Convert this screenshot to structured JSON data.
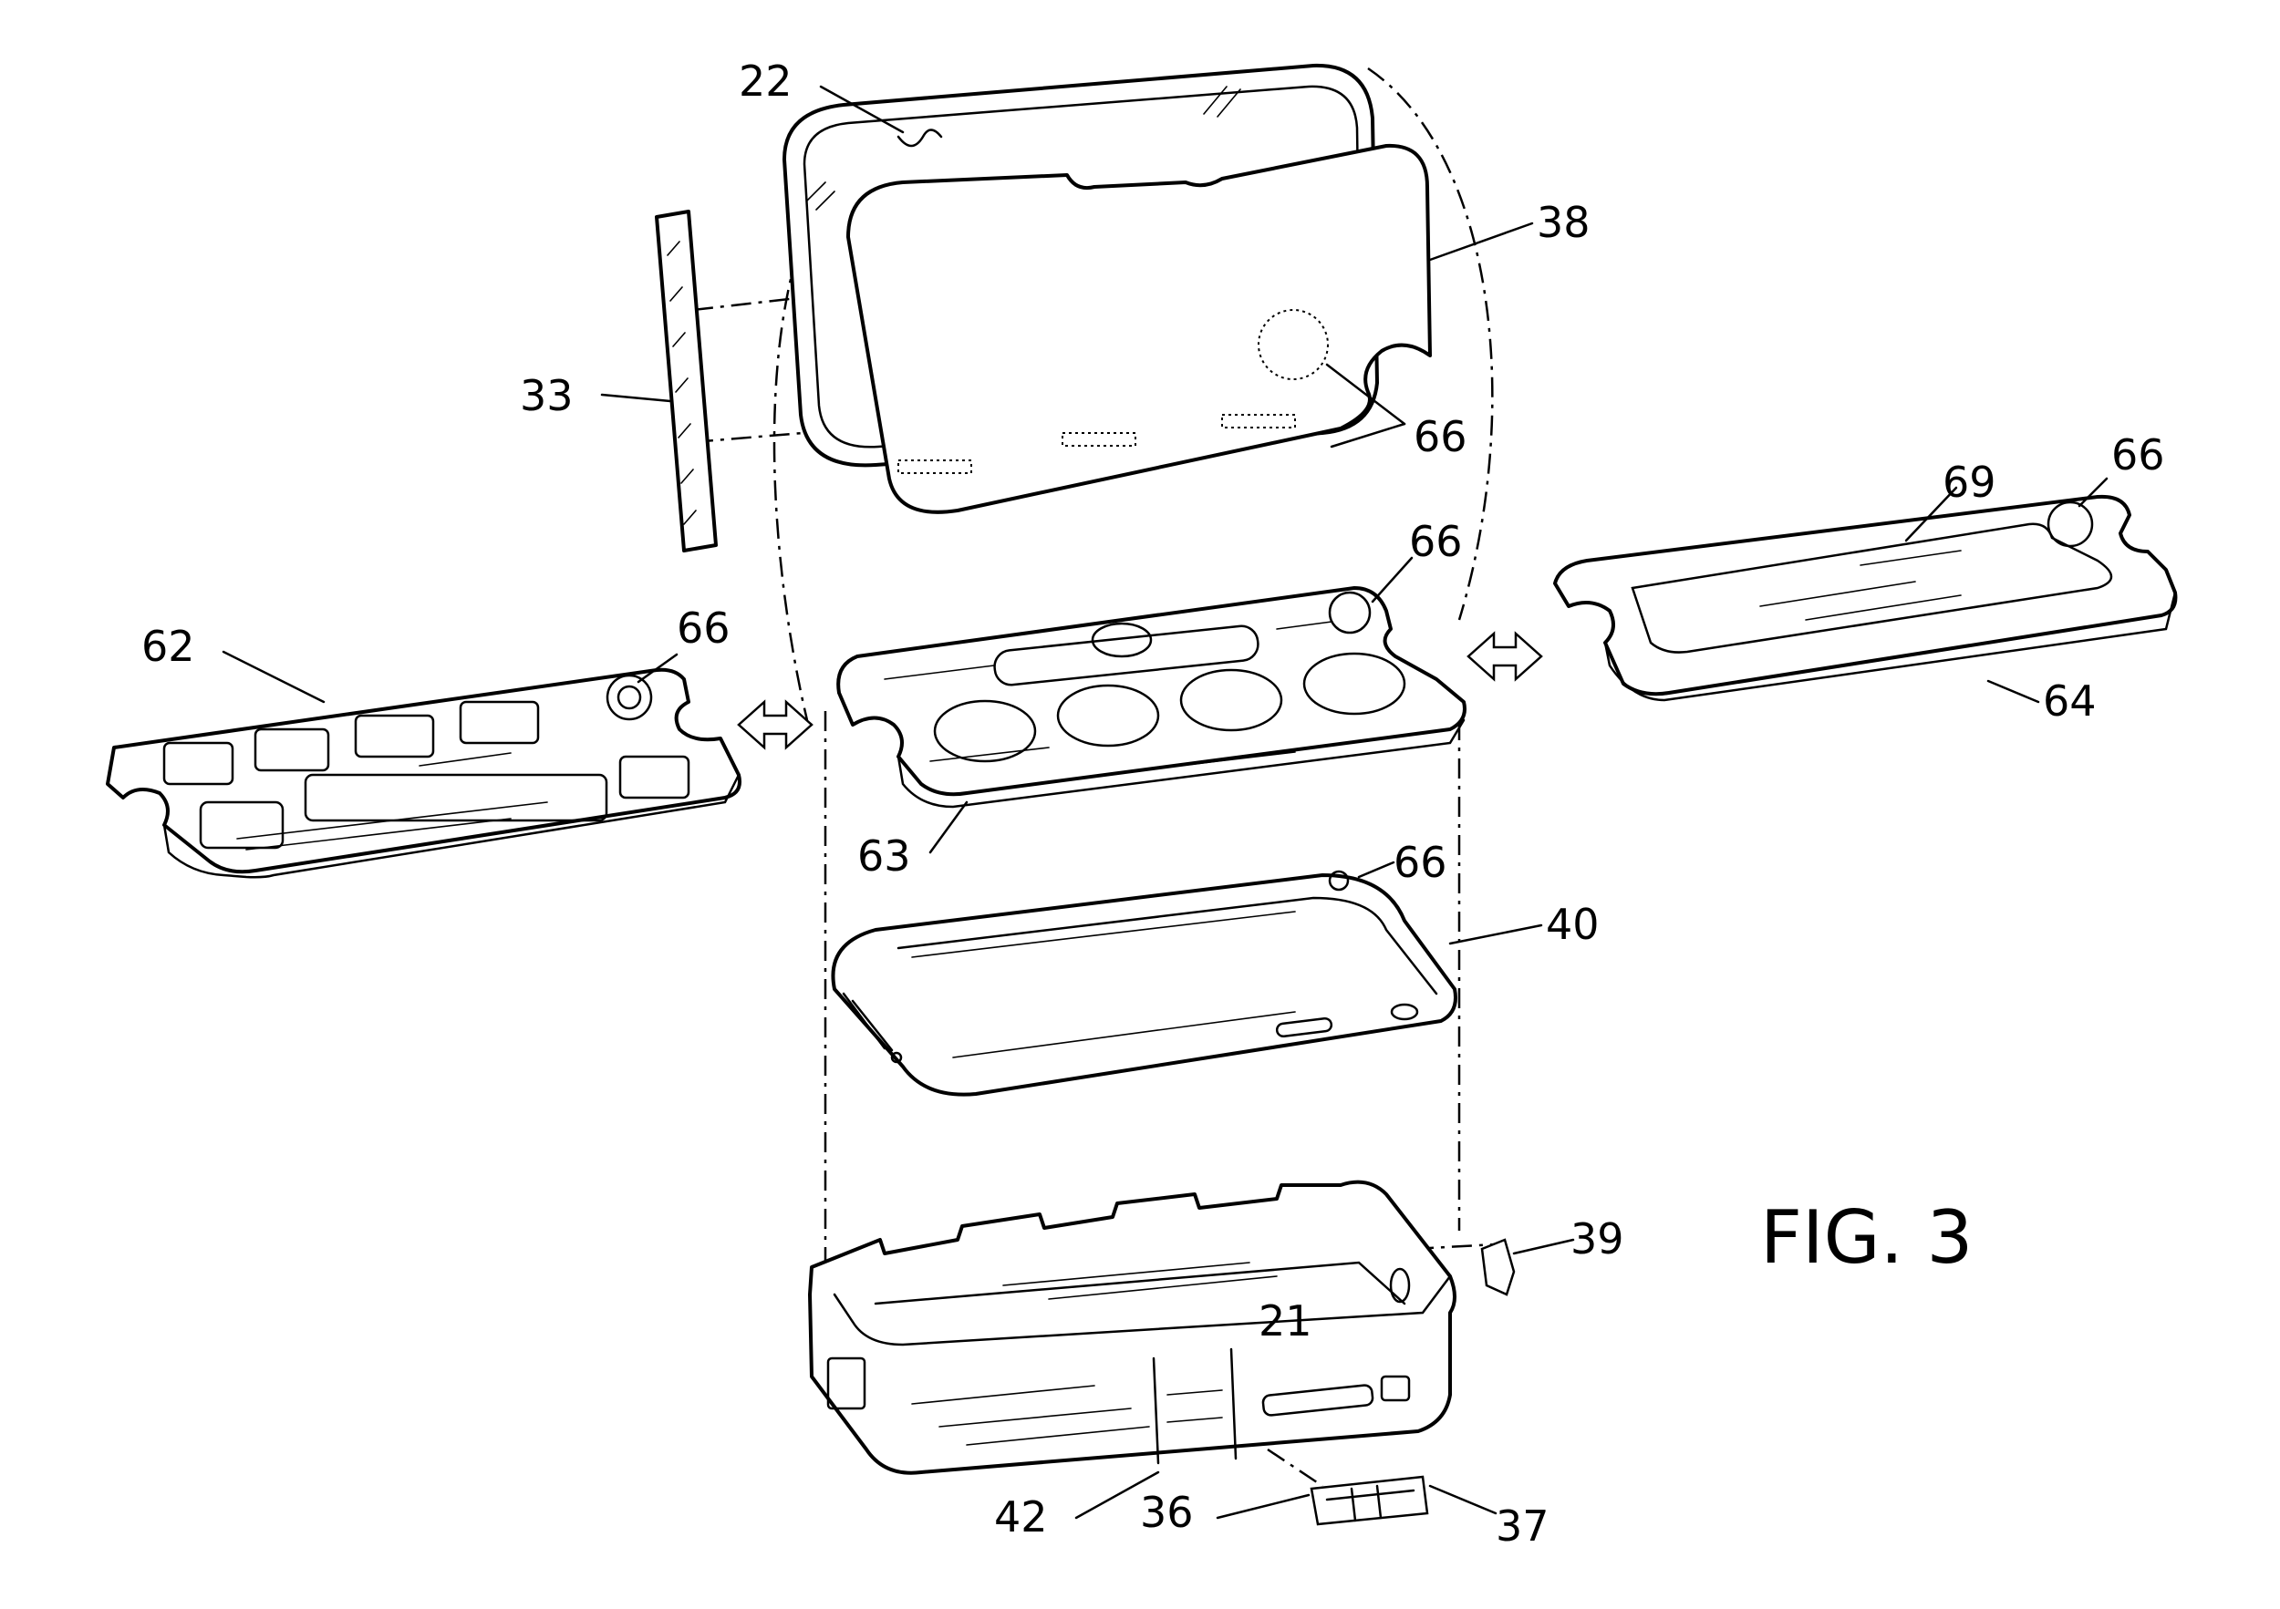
{
  "figure": {
    "title": "FIG. 3"
  },
  "labels": {
    "n22": "22",
    "n38": "38",
    "n33": "33",
    "n66_lid": "66",
    "n62": "62",
    "n66_left": "66",
    "n66_center": "66",
    "n63": "63",
    "n66_right": "66",
    "n69": "69",
    "n64": "64",
    "n66_device": "66",
    "n40": "40",
    "n39": "39",
    "n21": "21",
    "n42": "42",
    "n36": "36",
    "n37": "37"
  }
}
